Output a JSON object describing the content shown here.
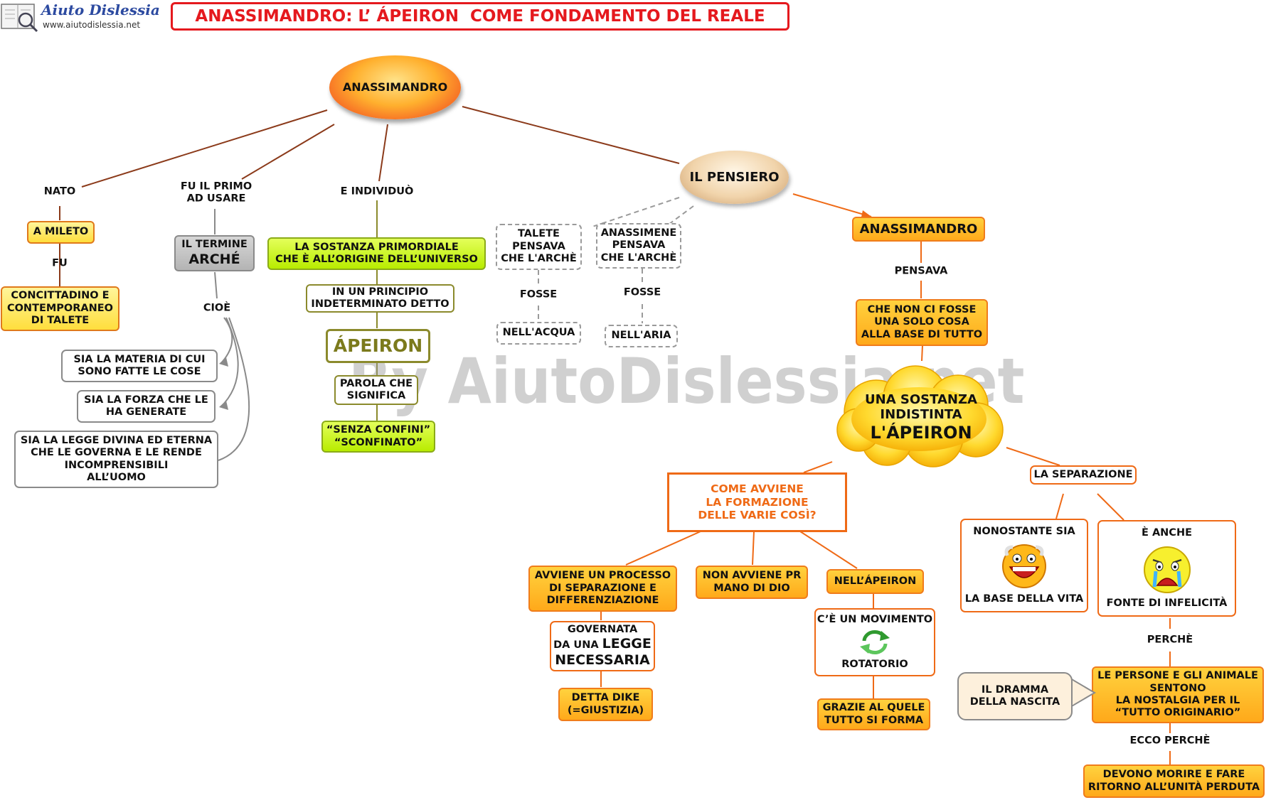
{
  "header": {
    "logo_text": "Aiuto Dislessia",
    "logo_url": "www.aiutodislessia.net",
    "title": "ANASSIMANDRO: L’ ÁPEIRON  COME FONDAMENTO DEL REALE"
  },
  "watermark": "By AiutoDislessia.net",
  "colors": {
    "title_red": "#e5191e",
    "line_brown": "#8b3a1a",
    "line_orange": "#ef6a16",
    "outline_gray": "#8a8a8a"
  },
  "nodes": {
    "root": "ANASSIMANDRO",
    "nato": "NATO",
    "mileto": "A MILETO",
    "fu": "FU",
    "concittadino": "CONCITTADINO E\nCONTEMPORANEO\nDI TALETE",
    "fu_il_primo": "FU IL PRIMO\nAD USARE",
    "il_termine": "IL TERMINE",
    "arche": "ARCHÉ",
    "cioe": "CIOÈ",
    "materia": "SIA LA MATERIA DI CUI\nSONO FATTE LE COSE",
    "forza": "SIA LA FORZA CHE LE\nHA GENERATE",
    "legge": "SIA LA LEGGE DIVINA ED ETERNA\nCHE LE GOVERNA E LE RENDE\nINCOMPRENSIBILI\nALL’UOMO",
    "individuo": "E INDIVIDUÒ",
    "sostanza_primordiale": "LA SOSTANZA PRIMORDIALE\nCHE È ALL’ORIGINE DELL’UNIVERSO",
    "principio": "IN UN PRINCIPIO\nINDETERMINATO DETTO",
    "apeiron": "ÁPEIRON",
    "parola": "PAROLA CHE\nSIGNIFICA",
    "senza_confini": "“SENZA CONFINI”\n“SCONFINATO”",
    "pensiero": "IL PENSIERO",
    "talete": "TALETE\nPENSAVA\nCHE L'ARCHÈ",
    "fosse_1": "FOSSE",
    "acqua": "NELL'ACQUA",
    "anassimene": "ANASSIMENE\nPENSAVA\nCHE L'ARCHÈ",
    "fosse_2": "FOSSE",
    "aria": "NELL'ARIA",
    "anassimandro_2": "ANASSIMANDRO",
    "pensava": "PENSAVA",
    "non_ci_fosse": "CHE NON CI FOSSE\nUNA SOLO COSA\nALLA BASE DI TUTTO",
    "cloud_line1": "UNA SOSTANZA\nINDISTINTA",
    "cloud_line2": "L'ÁPEIRON",
    "come_avviene": "COME AVVIENE\nLA FORMAZIONE\nDELLE VARIE COSÌ?",
    "processo": "AVVIENE UN PROCESSO\nDI SEPARAZIONE E\nDIFFERENZIAZIONE",
    "governata_1": "GOVERNATA",
    "governata_2": "DA UNA",
    "governata_3": "LEGGE",
    "governata_4": "NECESSARIA",
    "dike": "DETTA DIKE\n(=GIUSTIZIA)",
    "non_dio": "NON AVVIENE PR\nMANO DI DIO",
    "nell_apeiron": "NELL’ÁPEIRON",
    "movimento_top": "C’È UN MOVIMENTO",
    "movimento_bottom": "ROTATORIO",
    "grazie": "GRAZIE AL QUELE\nTUTTO SI FORMA",
    "separazione": "LA SEPARAZIONE",
    "nonostante_top": "NONOSTANTE SIA",
    "nonostante_bottom": "LA BASE DELLA VITA",
    "anche_top": "È ANCHE",
    "anche_bottom": "FONTE DI INFELICITÀ",
    "perche": "PERCHÈ",
    "persone": "LE PERSONE E GLI ANIMALE\nSENTONO\nLA NOSTALGIA PER IL\n“TUTTO ORIGINARIO”",
    "dramma": "IL DRAMMA\nDELLA NASCITA",
    "ecco_perche": "ECCO PERCHÈ",
    "morire": "DEVONO MORIRE E FARE\nRITORNO ALL’UNITÀ PERDUTA"
  },
  "icons": {
    "laughing": "laughing-face-icon",
    "crying": "crying-face-icon",
    "rotation": "rotation-arrows-icon",
    "logo": "book-magnifier-icon"
  }
}
